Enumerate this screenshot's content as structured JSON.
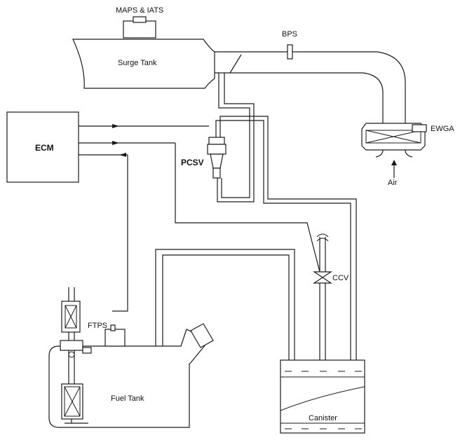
{
  "labels": {
    "maps_iats": "MAPS & IATS",
    "surge_tank": "Surge Tank",
    "bps": "BPS",
    "ewga": "EWGA",
    "air": "Air",
    "ecm": "ECM",
    "pcsv": "PCSV",
    "ccv": "CCV",
    "ftps": "FTPS",
    "fuel_tank": "Fuel Tank",
    "canister": "Canister"
  }
}
